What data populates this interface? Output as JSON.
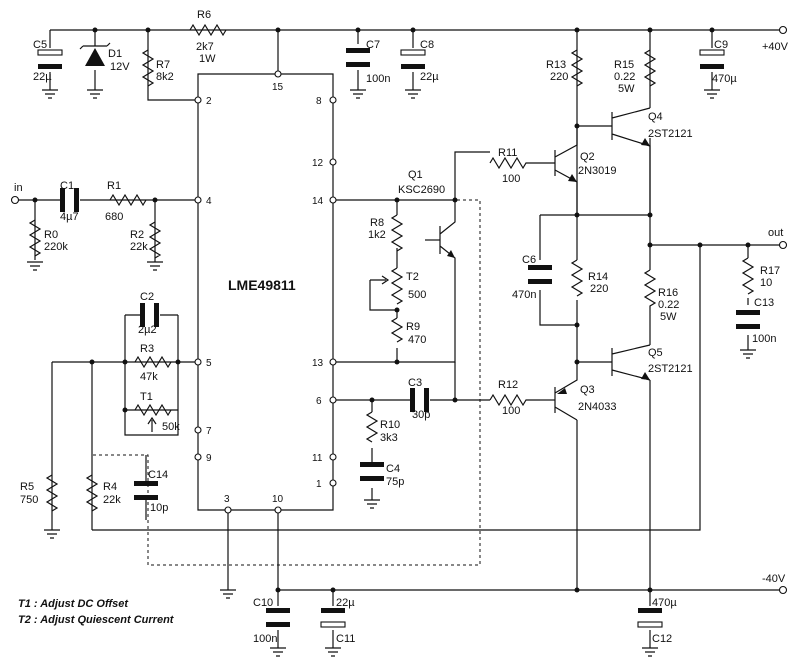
{
  "supply": {
    "pos": "+40V",
    "neg": "-40V"
  },
  "io": {
    "in": "in",
    "out": "out"
  },
  "ic": {
    "name": "LME49811",
    "pins": [
      "2",
      "15",
      "8",
      "12",
      "14",
      "4",
      "13",
      "5",
      "6",
      "7",
      "9",
      "11",
      "1",
      "3",
      "10"
    ]
  },
  "components": {
    "R0": [
      "R0",
      "220k"
    ],
    "R1": [
      "R1",
      "680"
    ],
    "R2": [
      "R2",
      "22k"
    ],
    "R3": [
      "R3",
      "47k"
    ],
    "R4": [
      "R4",
      "22k"
    ],
    "R5": [
      "R5",
      "750"
    ],
    "R6": [
      "R6",
      "2k7",
      "1W"
    ],
    "R7": [
      "R7",
      "8k2"
    ],
    "R8": [
      "R8",
      "1k2"
    ],
    "R9": [
      "R9",
      "470"
    ],
    "R10": [
      "R10",
      "3k3"
    ],
    "R11": [
      "R11",
      "100"
    ],
    "R12": [
      "R12",
      "100"
    ],
    "R13": [
      "R13",
      "220"
    ],
    "R14": [
      "R14",
      "220"
    ],
    "R15": [
      "R15",
      "0.22",
      "5W"
    ],
    "R16": [
      "R16",
      "0.22",
      "5W"
    ],
    "R17": [
      "R17",
      "10"
    ],
    "C1": [
      "C1",
      "4µ7"
    ],
    "C2": [
      "C2",
      "2µ2"
    ],
    "C3": [
      "C3",
      "30p"
    ],
    "C4": [
      "C4",
      "75p"
    ],
    "C5": [
      "C5",
      "22µ"
    ],
    "C6": [
      "C6",
      "470n"
    ],
    "C7": [
      "C7",
      "100n"
    ],
    "C8": [
      "C8",
      "22µ"
    ],
    "C9": [
      "C9",
      "470µ"
    ],
    "C10": [
      "C10",
      "100n"
    ],
    "C11": [
      "C11",
      "22µ"
    ],
    "C12": [
      "C12",
      "470µ"
    ],
    "C13": [
      "C13",
      "100n"
    ],
    "C14": [
      "C14",
      "10p"
    ],
    "D1": [
      "D1",
      "12V"
    ],
    "T1": [
      "T1",
      "50k"
    ],
    "T2": [
      "T2",
      "500"
    ],
    "Q1": [
      "Q1",
      "KSC2690"
    ],
    "Q2": [
      "Q2",
      "2N3019"
    ],
    "Q3": [
      "Q3",
      "2N4033"
    ],
    "Q4": [
      "Q4",
      "2ST2121"
    ],
    "Q5": [
      "Q5",
      "2ST2121"
    ]
  },
  "notes": [
    "T1 : Adjust DC Offset",
    "T2 : Adjust Quiescent Current"
  ]
}
